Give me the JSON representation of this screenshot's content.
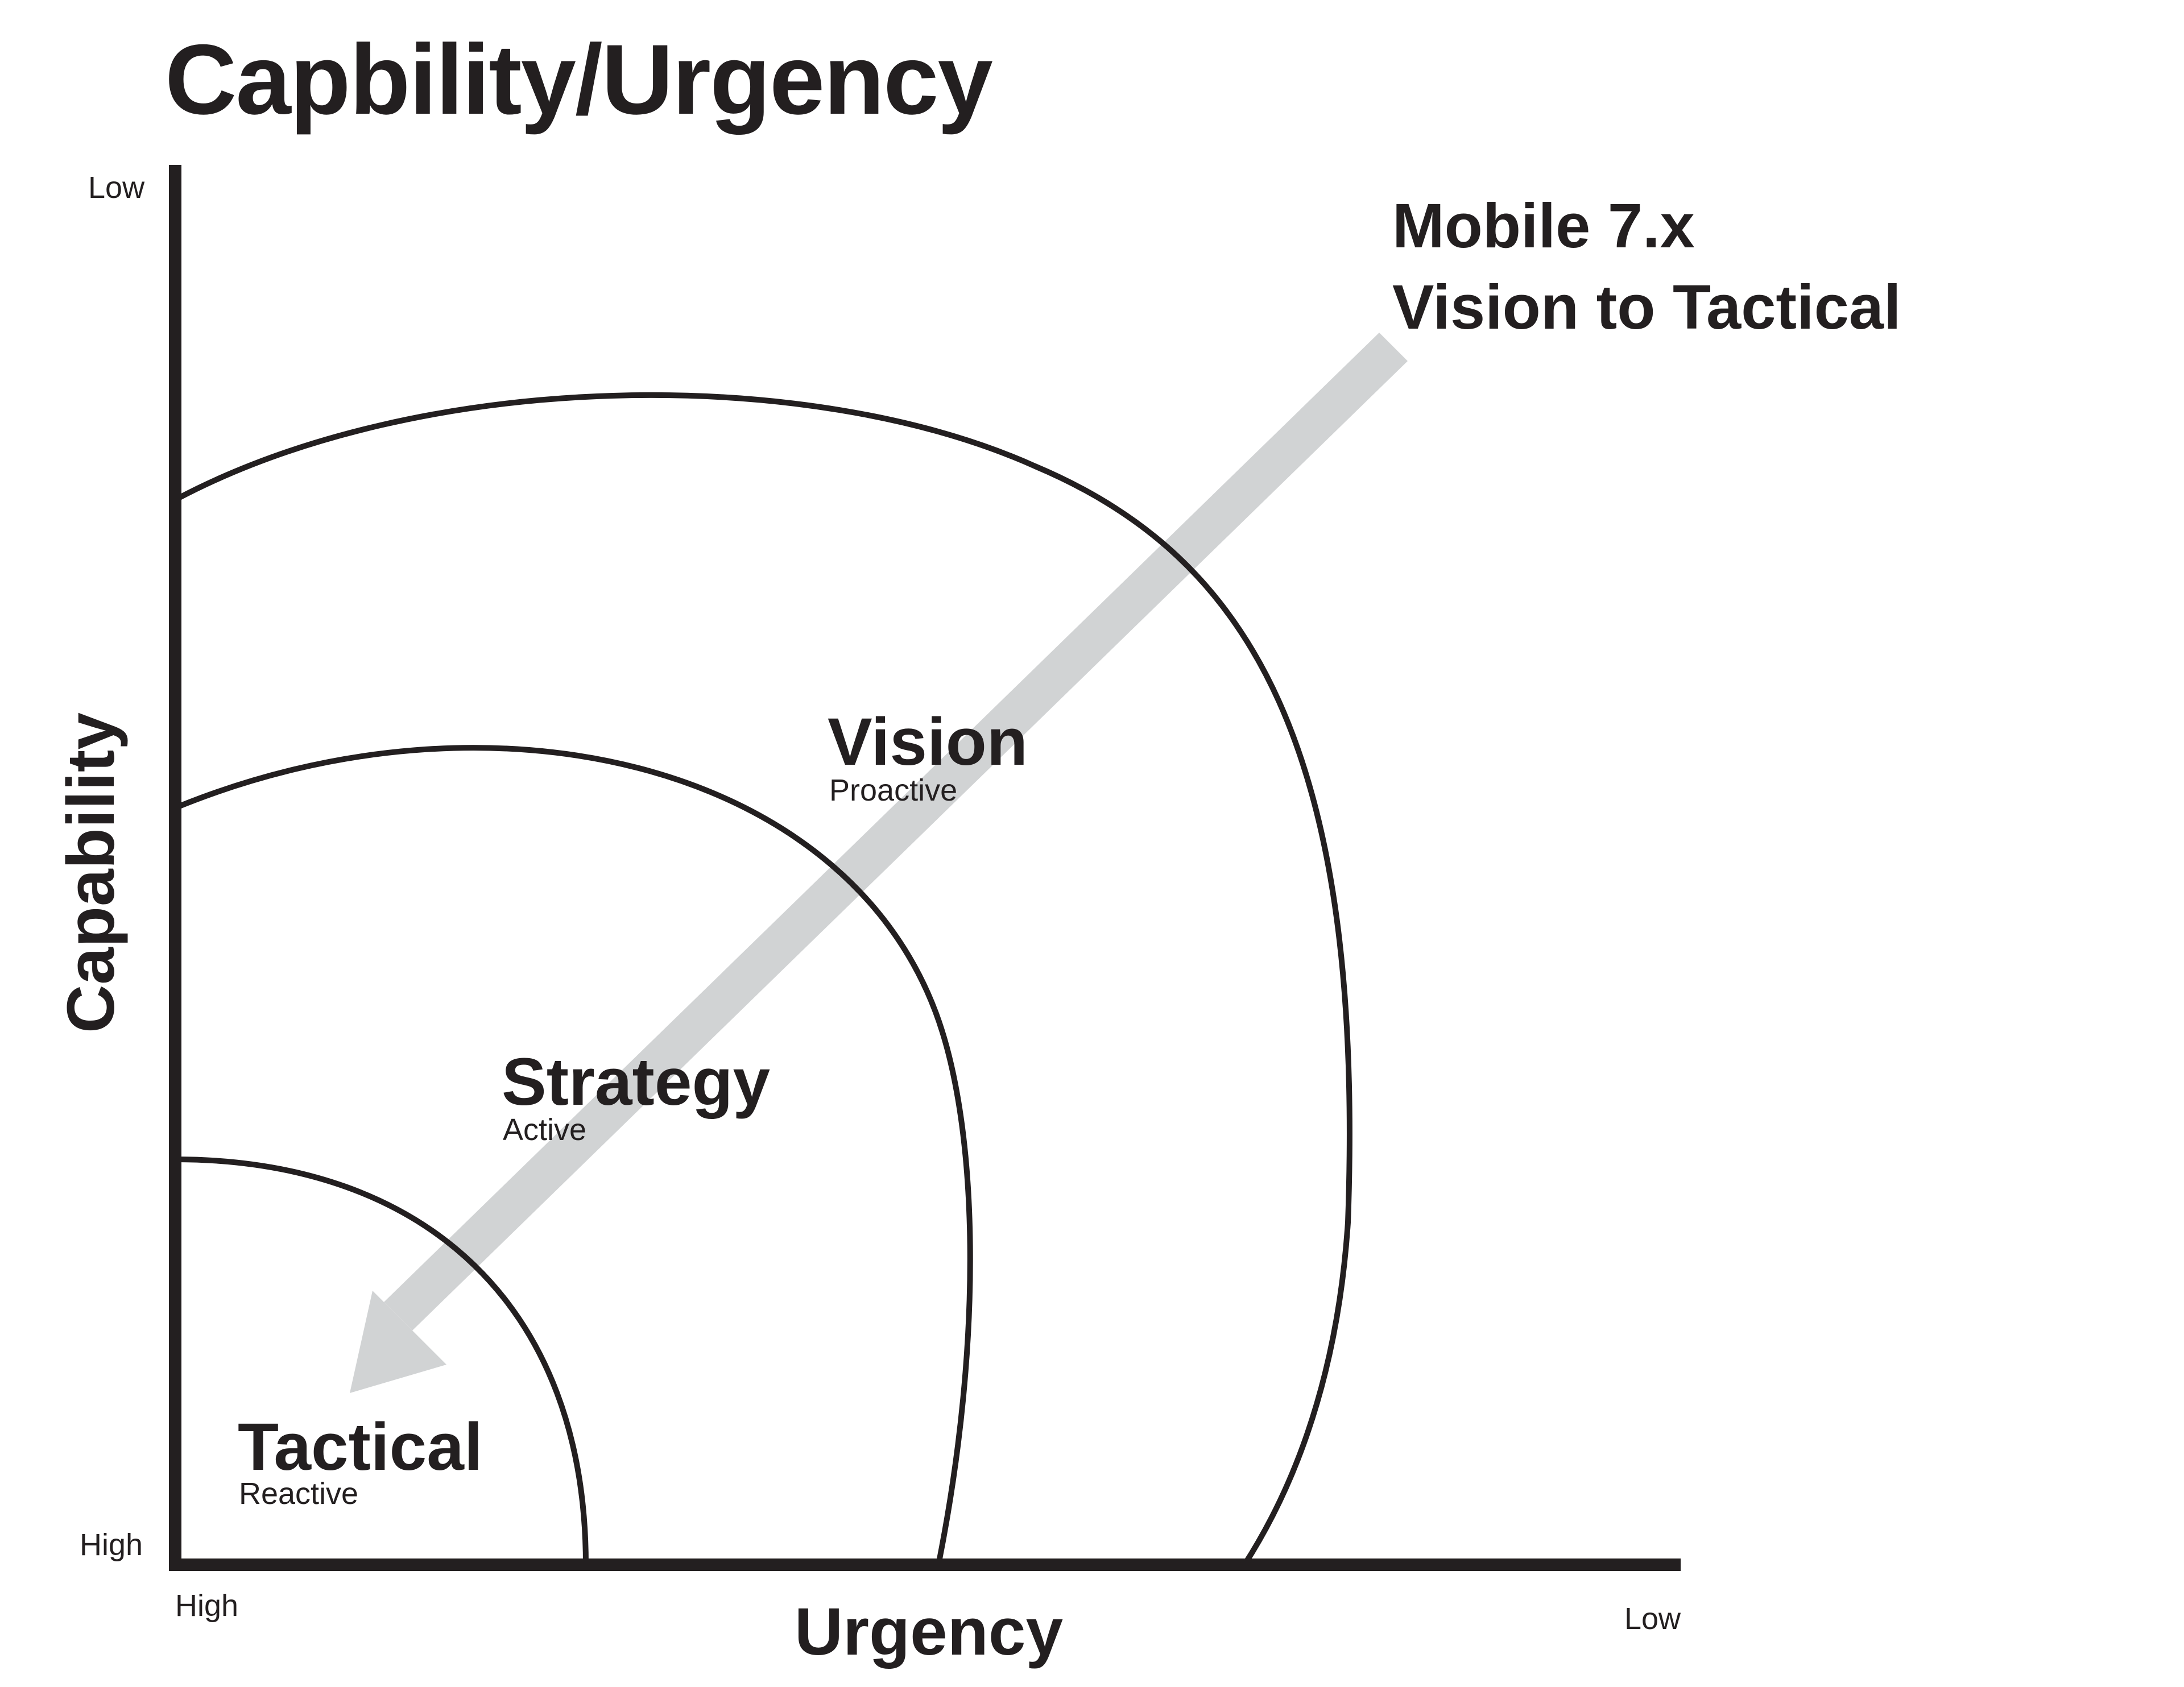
{
  "title": "Capbility/Urgency",
  "y_axis": {
    "label": "Capability",
    "top_tick": "Low",
    "bottom_tick": "High"
  },
  "x_axis": {
    "label": "Urgency",
    "left_tick": "High",
    "right_tick": "Low"
  },
  "zones": [
    {
      "name": "Tactical",
      "sub": "Reactive"
    },
    {
      "name": "Strategy",
      "sub": "Active"
    },
    {
      "name": "Vision",
      "sub": "Proactive"
    }
  ],
  "callout": {
    "line1": "Mobile 7.x",
    "line2": "Vision to Tactical"
  },
  "colors": {
    "ink": "#231f20",
    "arrow": "#d1d3d4",
    "background": "#ffffff"
  }
}
